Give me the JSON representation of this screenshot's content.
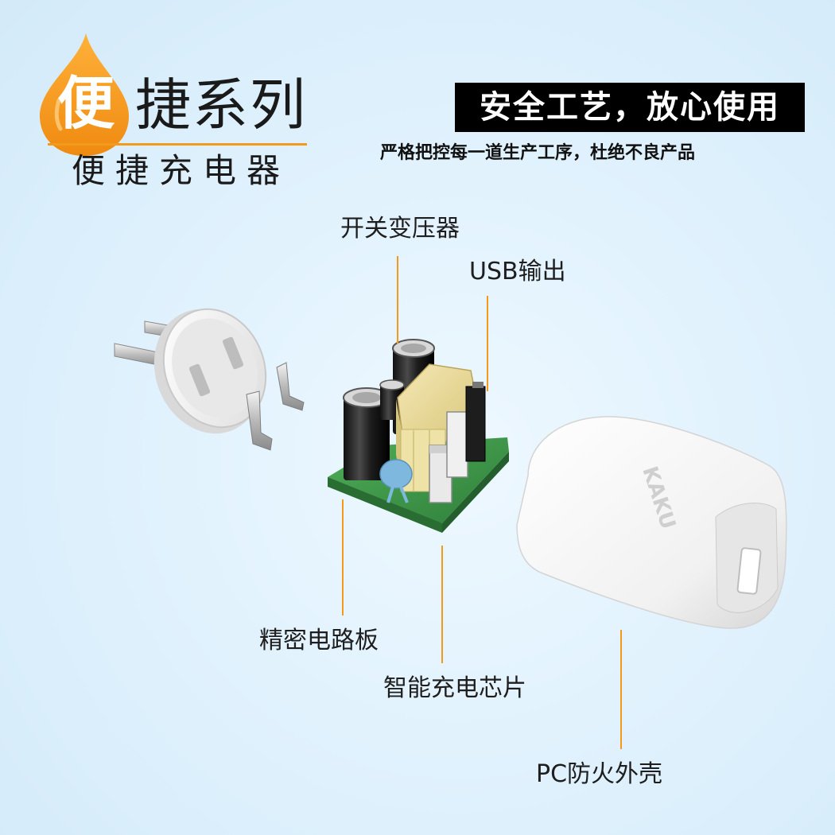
{
  "header": {
    "series_char": "便",
    "series_rest": "捷系列",
    "subtitle": "便捷充电器"
  },
  "tagline": {
    "title": "安全工艺，放心使用",
    "subtitle": "严格把控每一道生产工序，杜绝不良产品"
  },
  "callouts": {
    "transformer": "开关变压器",
    "usb_output": "USB输出",
    "pcb": "精密电路板",
    "chip": "智能充电芯片",
    "shell": "PC防火外壳"
  },
  "product": {
    "brand_mark": "KAKU"
  },
  "colors": {
    "accent": "#f39a1b",
    "pcb_green": "#3e9a4a",
    "tagline_bg": "#000000",
    "background": "#e1f2fd"
  }
}
